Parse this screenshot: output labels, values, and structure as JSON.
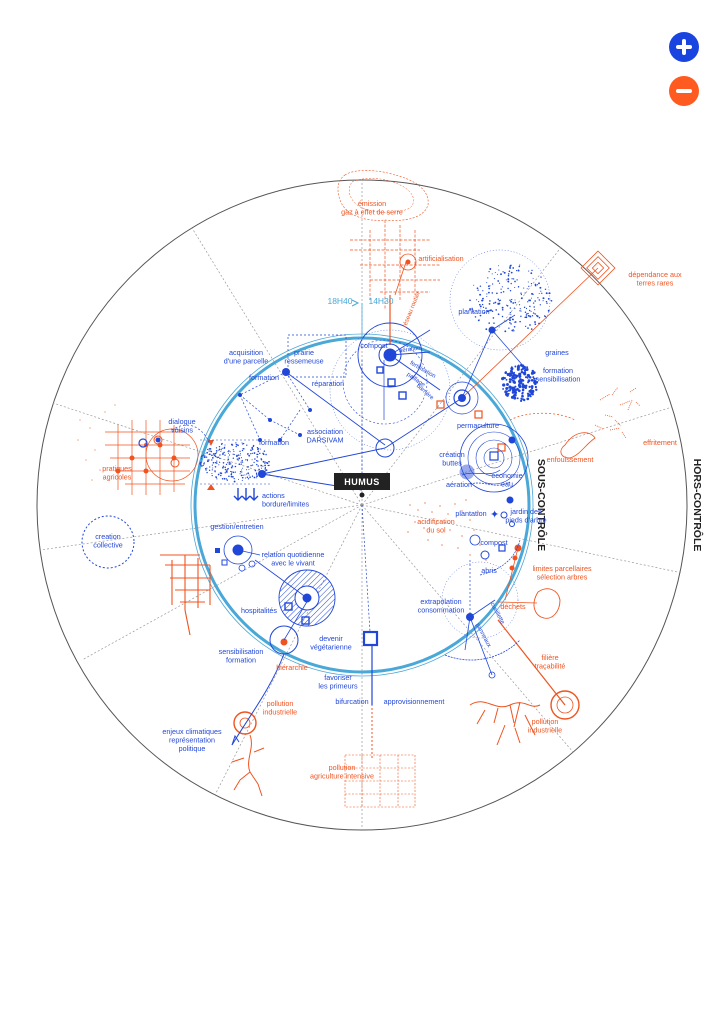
{
  "colors": {
    "blue": "#2147d8",
    "orange": "#f0531f",
    "cyan": "#4aa8d8",
    "gray": "#9a9a9a",
    "dark": "#222222",
    "zoom_in_bg": "#1a44e0",
    "zoom_out_bg": "#ff5a1f"
  },
  "controls": {
    "zoom_in_icon": "plus-icon",
    "zoom_out_icon": "minus-icon"
  },
  "center_label": "HUMUS",
  "ring_labels": {
    "inner": "SOUS-CONTRÔLE",
    "outer": "HORS-CONTRÔLE"
  },
  "times": {
    "t1": "18H40",
    "t2": "14H30"
  },
  "rotated_labels": {
    "reseau_routier": "réseau routier",
    "aeration": "aération",
    "fertilisation": "fertilisation",
    "paillage": "paillage",
    "barriere": "barrière",
    "cueillette": "cueillette",
    "panneaux": "panneaux"
  },
  "blue_labels": {
    "acquisition": [
      "acquisition",
      "d'une parcelle"
    ],
    "prairie": [
      "prairie",
      "ressemeuse"
    ],
    "formation_a": [
      "formation"
    ],
    "reparation": [
      "réparation"
    ],
    "formation_b": [
      "formation"
    ],
    "association": [
      "association",
      "DARSIVAM"
    ],
    "compost_top": [
      "compost"
    ],
    "plantation_top": [
      "plantation"
    ],
    "graines": [
      "graines"
    ],
    "formation_sens": [
      "formation",
      "sensibilisation"
    ],
    "permaculture": [
      "permaculture"
    ],
    "creation_buttes": [
      "création",
      "buttes"
    ],
    "economie_eau": [
      "économie",
      "eau"
    ],
    "aeration_2": [
      "aération"
    ],
    "plantation_2": [
      "plantation"
    ],
    "jardin_pieds": [
      "jardin des",
      "pieds d'arbre"
    ],
    "compost_2": [
      "compost"
    ],
    "abris": [
      "abris"
    ],
    "extrapolation": [
      "extrapolation",
      "consommation"
    ],
    "devenir_veg": [
      "devenir",
      "végétarienne"
    ],
    "favoriser": [
      "favoriser",
      "les primeurs"
    ],
    "bifurcation": [
      "bifurcation"
    ],
    "approvisionnement": [
      "approvisionnement"
    ],
    "sensibilisation_formation": [
      "sensibilisation",
      "formation"
    ],
    "hospitalites": [
      "hospitalités"
    ],
    "relation_vivant": [
      "relation quotidienne",
      "avec le vivant"
    ],
    "gestion_entretien": [
      "gestion/entretien"
    ],
    "actions_bordure": [
      "actions",
      "bordure/limites"
    ],
    "dialogue_voisins": [
      "dialogue",
      "voisins"
    ],
    "creation_collective": [
      "creation",
      "collective"
    ]
  },
  "orange_labels": {
    "emission": [
      "émission",
      "gaz à effet de serre"
    ],
    "artificialisation": [
      "artificialisation"
    ],
    "dependance": [
      "dépendance aux",
      "terres rares"
    ],
    "effritement": [
      "effritement"
    ],
    "enfouissement": [
      "enfouissement"
    ],
    "acidification": [
      "acidification",
      "du sol"
    ],
    "limites_parcellaires": [
      "limites parcellaires",
      "sélection arbres"
    ],
    "dechets": [
      "déchets"
    ],
    "filiere": [
      "filière",
      "traçabilité"
    ],
    "pollution_ind_right": [
      "pollution",
      "industrielle"
    ],
    "pollution_agri": [
      "pollution",
      "agriculture intensive"
    ],
    "hierarchie": [
      "hiérarchie"
    ],
    "pollution_ind_left": [
      "pollution",
      "industrielle"
    ],
    "enjeux": [
      "enjeux climatiques",
      "représentation",
      "politique"
    ],
    "pratiques_agricoles": [
      "pratiques",
      "agricoles"
    ]
  }
}
